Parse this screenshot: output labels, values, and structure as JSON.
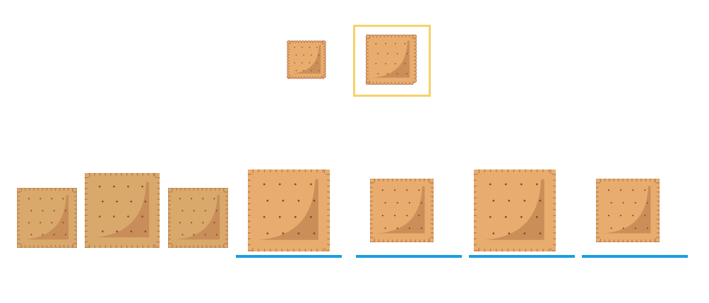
{
  "colors": {
    "background": "#ffffff",
    "selection_frame": "#f6d269",
    "answer_slot": "#1a9ee0",
    "cracker_choice": "#e8ad6e",
    "cracker_sequence": "#d9a96b",
    "cracker_edge": "#b8744b",
    "cracker_shadow": "#c48856",
    "cracker_hole": "#8a4a1f"
  },
  "game": {
    "reference_options": [
      {
        "size": "small",
        "selected": false,
        "icon": "cracker-icon"
      },
      {
        "size": "medium",
        "selected": true,
        "icon": "cracker-icon"
      }
    ],
    "pattern_sequence": [
      "medium",
      "large",
      "medium"
    ],
    "answer_slots": [
      {
        "size": "large",
        "icon": "cracker-icon"
      },
      {
        "size": "medium",
        "icon": "cracker-icon"
      },
      {
        "size": "large",
        "icon": "cracker-icon"
      },
      {
        "size": "medium",
        "icon": "cracker-icon"
      }
    ]
  }
}
